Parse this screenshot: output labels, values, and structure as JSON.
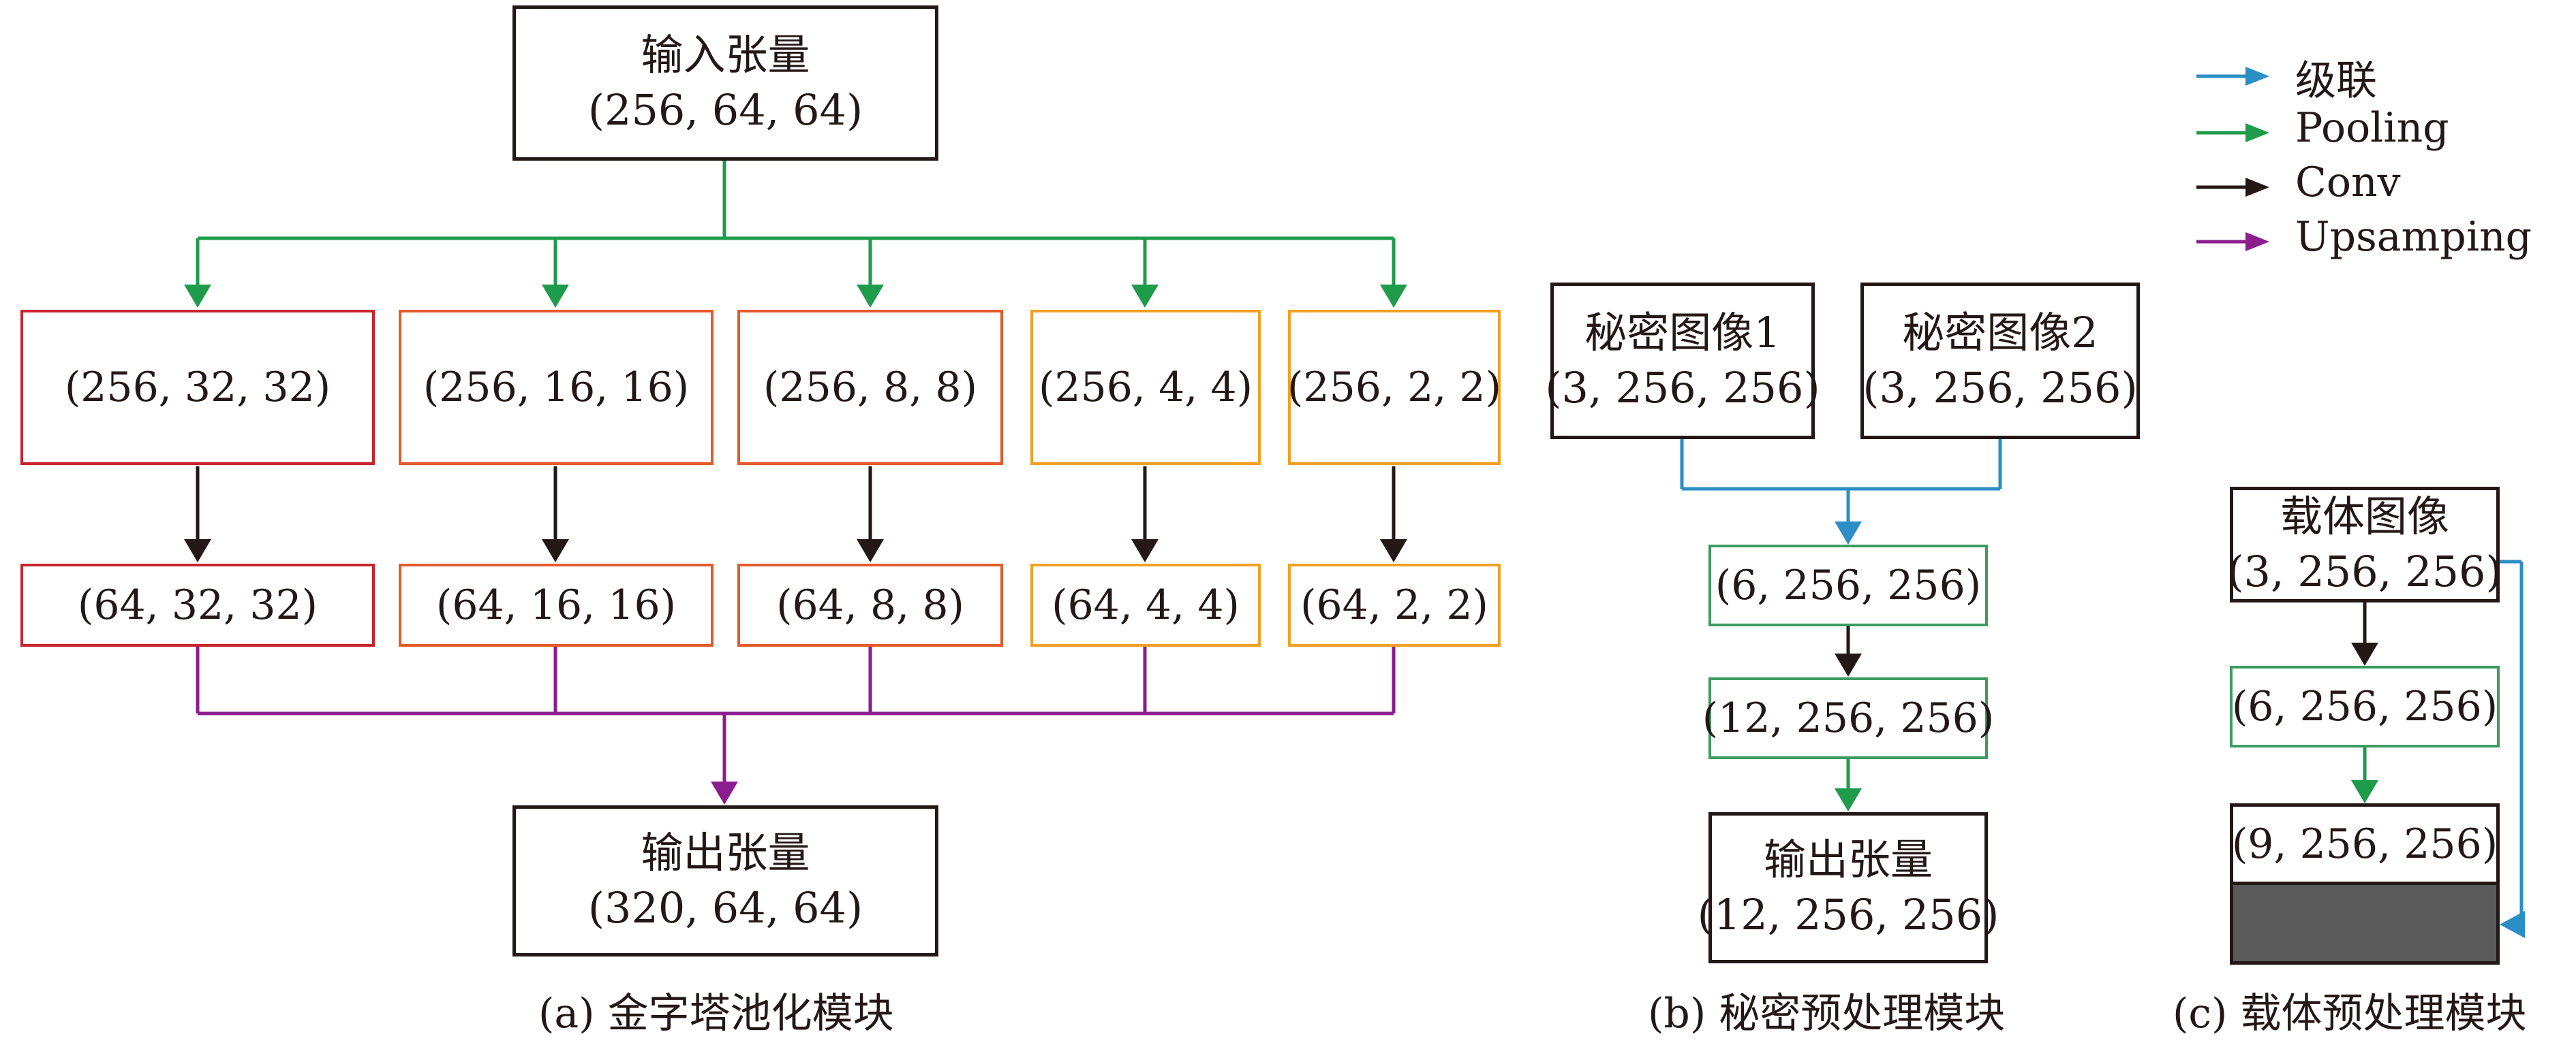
{
  "colors": {
    "concat": "#2b8ec4",
    "pooling": "#1e9b4b",
    "conv": "#231815",
    "upsampling": "#8b1d8e"
  },
  "legend": [
    {
      "label": "级联",
      "color_key": "concat"
    },
    {
      "label": "Pooling",
      "color_key": "pooling"
    },
    {
      "label": "Conv",
      "color_key": "conv"
    },
    {
      "label": "Upsamping",
      "color_key": "upsampling"
    }
  ],
  "panel_a": {
    "input": {
      "title": "输入张量",
      "shape": "(256, 64, 64)"
    },
    "pooled": [
      "(256, 32, 32)",
      "(256, 16, 16)",
      "(256, 8, 8)",
      "(256, 4, 4)",
      "(256, 2, 2)"
    ],
    "conv": [
      "(64, 32, 32)",
      "(64, 16, 16)",
      "(64, 8, 8)",
      "(64, 4, 4)",
      "(64, 2, 2)"
    ],
    "output": {
      "title": "输出张量",
      "shape": "(320, 64, 64)"
    },
    "caption": "(a) 金字塔池化模块"
  },
  "panel_b": {
    "secret1": {
      "title": "秘密图像1",
      "shape": "(3, 256, 256)"
    },
    "secret2": {
      "title": "秘密图像2",
      "shape": "(3, 256, 256)"
    },
    "concat": "(6, 256, 256)",
    "conv": "(12, 256, 256)",
    "output": {
      "title": "输出张量",
      "shape": "(12, 256, 256)"
    },
    "caption": "(b) 秘密预处理模块"
  },
  "panel_c": {
    "cover": {
      "title": "载体图像",
      "shape": "(3, 256, 256)"
    },
    "conv": "(6, 256, 256)",
    "concat": "(9, 256, 256)",
    "caption": "(c) 载体预处理模块"
  }
}
